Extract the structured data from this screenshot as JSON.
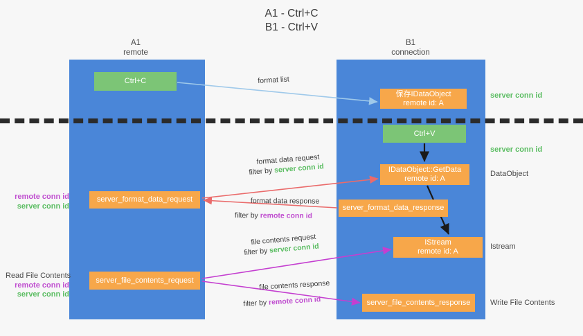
{
  "title": {
    "line1": "A1 - Ctrl+C",
    "line2": "B1 - Ctrl+V"
  },
  "lanes": [
    {
      "id": "A1",
      "name": "A1",
      "subtitle": "remote"
    },
    {
      "id": "B1",
      "name": "B1",
      "subtitle": "connection"
    }
  ],
  "nodes": {
    "ctrl_c": {
      "label": "Ctrl+C",
      "color": "#7cc576"
    },
    "save_dataobject": {
      "line1": "保存IDataObject",
      "line2": "remote id: A",
      "color": "#f7a74a"
    },
    "ctrl_v": {
      "label": "Ctrl+V",
      "color": "#7cc576"
    },
    "getdata": {
      "line1": "IDataObject::GetData",
      "line2": "remote id: A",
      "color": "#f7a74a"
    },
    "format_data_request": {
      "label": "server_format_data_request",
      "color": "#f7a74a"
    },
    "format_data_response": {
      "label": "server_format_data_response",
      "color": "#f7a74a"
    },
    "istream": {
      "line1": "IStream",
      "line2": "remote id: A",
      "color": "#f7a74a"
    },
    "file_contents_request": {
      "label": "server_file_contents_request",
      "color": "#f7a74a"
    },
    "file_contents_response": {
      "label": "server_file_contents_response",
      "color": "#f7a74a"
    }
  },
  "side_labels": {
    "server_conn_id_1": "server conn id",
    "server_conn_id_2": "server conn id",
    "dataobject": "DataObject",
    "istream": "Istream",
    "write_file_contents": "Write File Contents",
    "read_file_contents": "Read File Contents",
    "remote_conn_id": "remote conn id",
    "server_conn_id": "server conn id"
  },
  "edge_labels": {
    "format_list": "format list",
    "format_data_request": "format data request",
    "format_data_request_filter_prefix": "filter by ",
    "format_data_request_filter_key": "server conn id",
    "format_data_response": "format data response",
    "format_data_response_filter_prefix": "filter by ",
    "format_data_response_filter_key": "remote conn id",
    "file_contents_request": "file contents request",
    "file_contents_request_filter_prefix": "filter by ",
    "file_contents_request_filter_key": "server conn id",
    "file_contents_response": "file contents response",
    "file_contents_response_filter_prefix": "filter by ",
    "file_contents_response_filter_key": "remote conn id"
  },
  "colors": {
    "lane": "#4a86d8",
    "green_box": "#7cc576",
    "orange_box": "#f7a74a",
    "green_text": "#5bbd62",
    "purple_text": "#c04fd0",
    "arrow_blue": "#9fc9ea",
    "arrow_red": "#ea6b6b",
    "arrow_magenta": "#c43fd0",
    "arrow_black": "#1a1a1a",
    "background": "#f7f7f7",
    "divider": "#2b2b2b"
  }
}
